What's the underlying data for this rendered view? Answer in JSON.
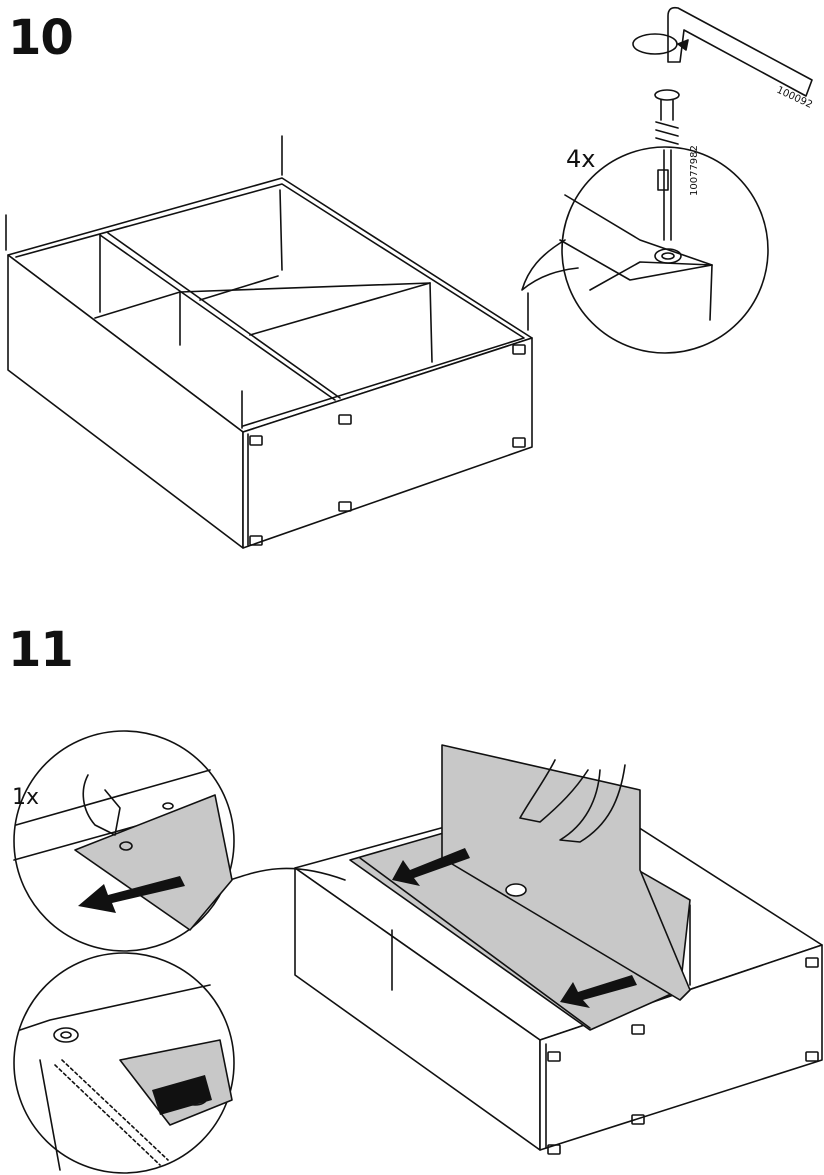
{
  "steps": [
    {
      "number": "10",
      "quantity_label": "4x",
      "part_numbers": {
        "screw": "10077982",
        "allen_key": "100092"
      }
    },
    {
      "number": "11",
      "quantity_label": "1x"
    }
  ],
  "colors": {
    "line": "#111111",
    "panel_fill": "#c8c8c8",
    "arrow": "#111111"
  },
  "icons": [
    "allen-key-icon",
    "rotate-arrow-icon",
    "screw-icon",
    "slide-arrow-icon",
    "hand-icon"
  ]
}
